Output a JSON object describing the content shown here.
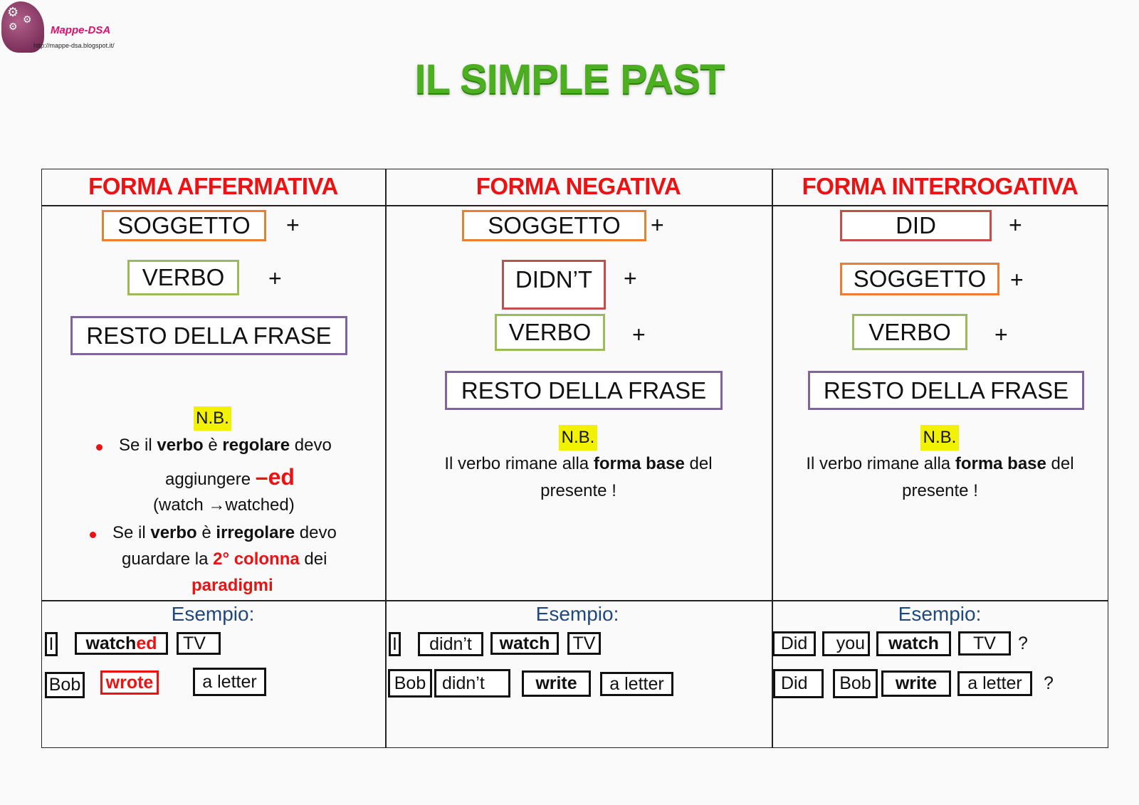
{
  "logo": {
    "brand": "Mappe-DSA",
    "url": "http://mappe-dsa.blogspot.it/"
  },
  "title": "IL SIMPLE PAST",
  "colors": {
    "subject": "#ed7d31",
    "verb": "#9bbb59",
    "rest": "#8064a2",
    "auxiliary": "#c0504d",
    "header": "#ee1111"
  },
  "columns": [
    {
      "header": "FORMA AFFERMATIVA",
      "boxes": [
        "SOGGETTO",
        "VERBO",
        "RESTO DELLA FRASE"
      ],
      "plus": "+",
      "nb": "N.B.",
      "bullet1": {
        "a": "Se il ",
        "b": "verbo",
        "c": " è ",
        "d": "regolare",
        "e": " devo",
        "f": "aggiungere ",
        "g": "–ed",
        "h": "(watch →watched)"
      },
      "bullet2": {
        "a": "Se il ",
        "b": "verbo",
        "c": " è ",
        "d": "irregolare",
        "e": " devo",
        "f": "guardare la ",
        "g": "2° colonna",
        "h": " dei",
        "i": "paradigmi"
      },
      "example_label": "Esempio:",
      "ex1": {
        "s": "I",
        "v1": "watch",
        "v2": "ed",
        "r": "TV"
      },
      "ex2": {
        "s": "Bob",
        "v": "wrote",
        "r": "a letter"
      }
    },
    {
      "header": "FORMA NEGATIVA",
      "boxes": [
        "SOGGETTO",
        "DIDN’T",
        "VERBO",
        "RESTO DELLA FRASE"
      ],
      "plus": "+",
      "nb": "N.B.",
      "note": {
        "a": "Il verbo rimane alla ",
        "b": "forma base",
        "c": " del",
        "d": "presente !"
      },
      "example_label": "Esempio:",
      "ex1": {
        "s": "I",
        "aux": "didn’t",
        "v": "watch",
        "r": "TV"
      },
      "ex2": {
        "s": "Bob",
        "aux": "didn’t",
        "v": "write",
        "r": "a letter"
      }
    },
    {
      "header": "FORMA INTERROGATIVA",
      "boxes": [
        "DID",
        "SOGGETTO",
        "VERBO",
        "RESTO DELLA FRASE"
      ],
      "plus": "+",
      "nb": "N.B.",
      "note": {
        "a": "Il verbo rimane alla ",
        "b": "forma base",
        "c": " del",
        "d": "presente !"
      },
      "example_label": "Esempio:",
      "ex1": {
        "aux": "Did",
        "s": "you",
        "v": "watch",
        "r": "TV",
        "q": "?"
      },
      "ex2": {
        "aux": "Did",
        "s": "Bob",
        "v": "write",
        "r": "a letter",
        "q": "?"
      }
    }
  ]
}
